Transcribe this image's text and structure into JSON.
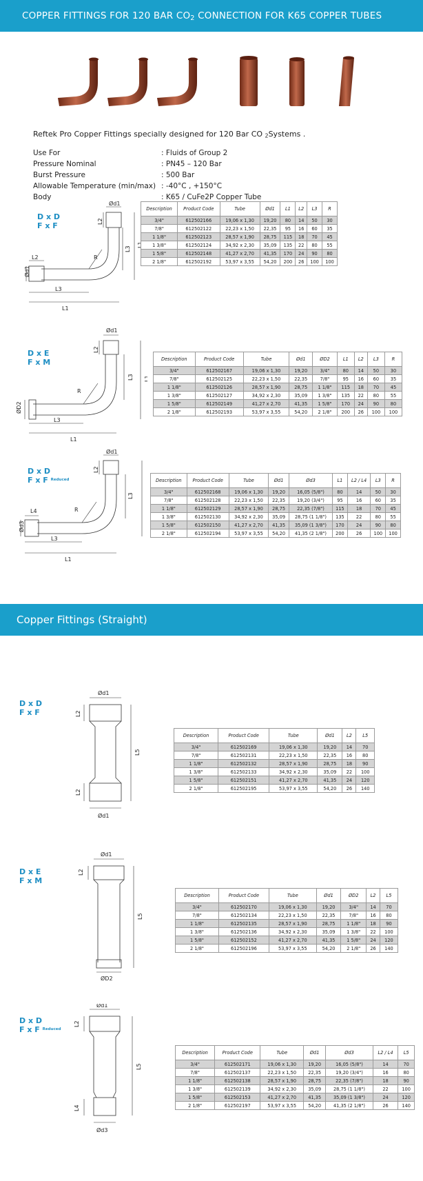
{
  "header": {
    "title_prefix": "COPPER FITTINGS FOR 120 BAR CO",
    "title_sub": "2",
    "title_suffix": " CONNECTION FOR K65 COPPER TUBES"
  },
  "intro": {
    "text": "Reftek Pro Copper Fittings specially designed for 120 Bar CO",
    "sub": "2",
    "tail": "Systems ."
  },
  "properties": [
    {
      "key": "Use For",
      "value": ": Fluids of Group 2"
    },
    {
      "key": "Pressure Nominal",
      "value": ": PN45 – 120 Bar"
    },
    {
      "key": "Burst Pressure",
      "value": ": 500 Bar"
    },
    {
      "key": "Allowable Temperature (min/max)",
      "value": ": -40°C , +150°C"
    },
    {
      "key": "Body",
      "value": ": K65 / CuFe2P Copper Tube"
    }
  ],
  "section2": {
    "title": "Copper Fittings (Straight)"
  },
  "labels": {
    "dxd": "D x D",
    "fxf": "F x F",
    "dxe": "D x E",
    "fxm": "F x M",
    "reduced": "Reduced"
  },
  "dims": {
    "od1": "Ød1",
    "od2": "ØD2",
    "od3": "Ød3",
    "l1": "L1",
    "l2": "L2",
    "l3": "L3",
    "l4": "L4",
    "l5": "L5",
    "r": "R"
  },
  "table1": {
    "headers": [
      "Description",
      "Product Code",
      "Tube",
      "Ød1",
      "L1",
      "L2",
      "L3",
      "R"
    ],
    "rows": [
      [
        "3/4\"",
        "612502166",
        "19,06 x 1,30",
        "19,20",
        "80",
        "14",
        "50",
        "30"
      ],
      [
        "7/8\"",
        "612502122",
        "22,23 x 1,50",
        "22,35",
        "95",
        "16",
        "60",
        "35"
      ],
      [
        "1 1/8\"",
        "612502123",
        "28,57 x 1,90",
        "28,75",
        "115",
        "18",
        "70",
        "45"
      ],
      [
        "1 3/8\"",
        "612502124",
        "34,92 x 2,30",
        "35,09",
        "135",
        "22",
        "80",
        "55"
      ],
      [
        "1 5/8\"",
        "612502148",
        "41,27 x 2,70",
        "41,35",
        "170",
        "24",
        "90",
        "80"
      ],
      [
        "2 1/8\"",
        "612502192",
        "53,97 x 3,55",
        "54,20",
        "200",
        "26",
        "100",
        "100"
      ]
    ]
  },
  "table2": {
    "headers": [
      "Description",
      "Product Code",
      "Tube",
      "Ød1",
      "ØD2",
      "L1",
      "L2",
      "L3",
      "R"
    ],
    "rows": [
      [
        "3/4\"",
        "612502167",
        "19,06 x 1,30",
        "19,20",
        "3/4\"",
        "80",
        "14",
        "50",
        "30"
      ],
      [
        "7/8\"",
        "612502125",
        "22,23 x 1,50",
        "22,35",
        "7/8\"",
        "95",
        "16",
        "60",
        "35"
      ],
      [
        "1 1/8\"",
        "612502126",
        "28,57 x 1,90",
        "28,75",
        "1 1/8\"",
        "115",
        "18",
        "70",
        "45"
      ],
      [
        "1 3/8\"",
        "612502127",
        "34,92 x 2,30",
        "35,09",
        "1 3/8\"",
        "135",
        "22",
        "80",
        "55"
      ],
      [
        "1 5/8\"",
        "612502149",
        "41,27 x 2,70",
        "41,35",
        "1 5/8\"",
        "170",
        "24",
        "90",
        "80"
      ],
      [
        "2 1/8\"",
        "612502193",
        "53,97 x 3,55",
        "54,20",
        "2 1/8\"",
        "200",
        "26",
        "100",
        "100"
      ]
    ]
  },
  "table3": {
    "headers": [
      "Description",
      "Product Code",
      "Tube",
      "Ød1",
      "Ød3",
      "L1",
      "L2 / L4",
      "L3",
      "R"
    ],
    "rows": [
      [
        "3/4\"",
        "612502168",
        "19,06 x 1,30",
        "19,20",
        "16,05 (5/8\")",
        "80",
        "14",
        "50",
        "30"
      ],
      [
        "7/8\"",
        "612502128",
        "22,23 x 1,50",
        "22,35",
        "19,20 (3/4\")",
        "95",
        "16",
        "60",
        "35"
      ],
      [
        "1 1/8\"",
        "612502129",
        "28,57 x 1,90",
        "28,75",
        "22,35 (7/8\")",
        "115",
        "18",
        "70",
        "45"
      ],
      [
        "1 3/8\"",
        "612502130",
        "34,92 x 2,30",
        "35,09",
        "28,75 (1 1/8\")",
        "135",
        "22",
        "80",
        "55"
      ],
      [
        "1 5/8\"",
        "612502150",
        "41,27 x 2,70",
        "41,35",
        "35,09 (1 3/8\")",
        "170",
        "24",
        "90",
        "80"
      ],
      [
        "2 1/8\"",
        "612502194",
        "53,97 x 3,55",
        "54,20",
        "41,35 (2 1/8\")",
        "200",
        "26",
        "100",
        "100"
      ]
    ]
  },
  "table4": {
    "headers": [
      "Description",
      "Product Code",
      "Tube",
      "Ød1",
      "L2",
      "L5"
    ],
    "rows": [
      [
        "3/4\"",
        "612502169",
        "19,06 x 1,30",
        "19,20",
        "14",
        "70"
      ],
      [
        "7/8\"",
        "612502131",
        "22,23 x 1,50",
        "22,35",
        "16",
        "80"
      ],
      [
        "1 1/8\"",
        "612502132",
        "28,57 x 1,90",
        "28,75",
        "18",
        "90"
      ],
      [
        "1 3/8\"",
        "612502133",
        "34,92 x 2,30",
        "35,09",
        "22",
        "100"
      ],
      [
        "1 5/8\"",
        "612502151",
        "41,27 x 2,70",
        "41,35",
        "24",
        "120"
      ],
      [
        "2 1/8\"",
        "612502195",
        "53,97 x 3,55",
        "54,20",
        "26",
        "140"
      ]
    ]
  },
  "table5": {
    "headers": [
      "Description",
      "Product Code",
      "Tube",
      "Ød1",
      "ØD2",
      "L2",
      "L5"
    ],
    "rows": [
      [
        "3/4\"",
        "612502170",
        "19,06 x 1,30",
        "19,20",
        "3/4\"",
        "14",
        "70"
      ],
      [
        "7/8\"",
        "612502134",
        "22,23 x 1,50",
        "22,35",
        "7/8\"",
        "16",
        "80"
      ],
      [
        "1 1/8\"",
        "612502135",
        "28,57 x 1,90",
        "28,75",
        "1 1/8\"",
        "18",
        "90"
      ],
      [
        "1 3/8\"",
        "612502136",
        "34,92 x 2,30",
        "35,09",
        "1 3/8\"",
        "22",
        "100"
      ],
      [
        "1 5/8\"",
        "612502152",
        "41,27 x 2,70",
        "41,35",
        "1 5/8\"",
        "24",
        "120"
      ],
      [
        "2 1/8\"",
        "612502196",
        "53,97 x 3,55",
        "54,20",
        "2 1/8\"",
        "26",
        "140"
      ]
    ]
  },
  "table6": {
    "headers": [
      "Description",
      "Product Code",
      "Tube",
      "Ød1",
      "Ød3",
      "L2 / L4",
      "L5"
    ],
    "rows": [
      [
        "3/4\"",
        "612502171",
        "19,06 x 1,30",
        "19,20",
        "16,05 (5/8\")",
        "14",
        "70"
      ],
      [
        "7/8\"",
        "612502137",
        "22,23 x 1,50",
        "22,35",
        "19,20 (3/4\")",
        "16",
        "80"
      ],
      [
        "1 1/8\"",
        "612502138",
        "28,57 x 1,90",
        "28,75",
        "22,35 (7/8\")",
        "18",
        "90"
      ],
      [
        "1 3/8\"",
        "612502139",
        "34,92 x 2,30",
        "35,09",
        "28,75 (1 1/8\")",
        "22",
        "100"
      ],
      [
        "1 5/8\"",
        "612502153",
        "41,27 x 2,70",
        "41,35",
        "35,09 (1 3/8\")",
        "24",
        "120"
      ],
      [
        "2 1/8\"",
        "612502197",
        "53,97 x 3,55",
        "54,20",
        "41,35 (2 1/8\")",
        "26",
        "140"
      ]
    ]
  },
  "colors": {
    "accent": "#1a9fcb",
    "label": "#1f8fc4",
    "copper": "#a04a2c",
    "row_shade": "#d4d4d4"
  }
}
